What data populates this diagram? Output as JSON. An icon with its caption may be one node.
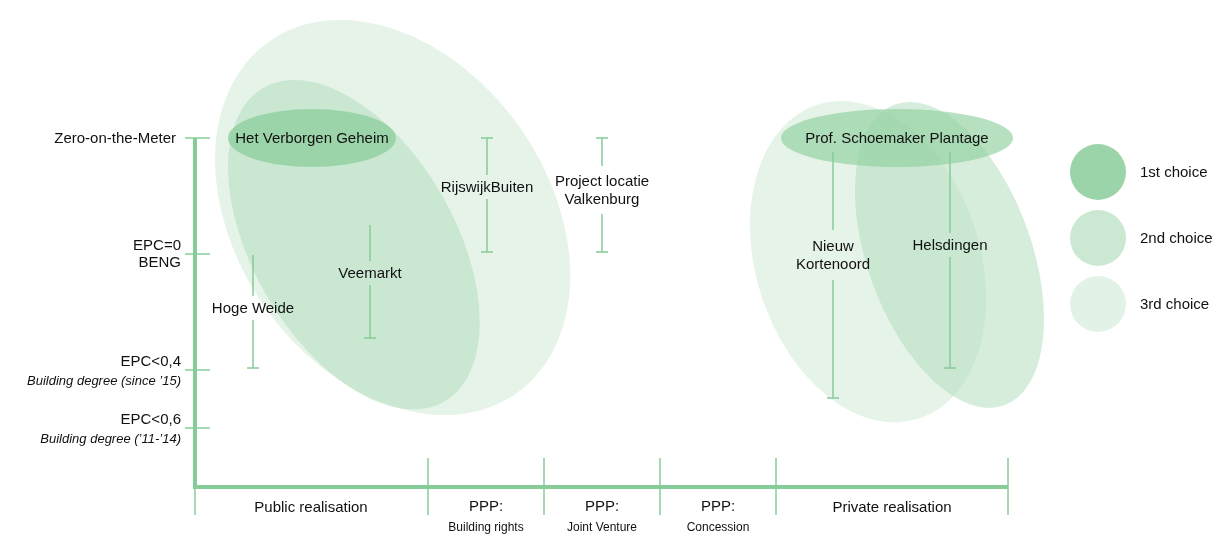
{
  "diagram": {
    "nodes": [
      {
        "text": [],
        "shape": "ellipse"
      },
      {
        "text": [],
        "shape": "ellipse",
        "in": 0
      },
      {
        "text": [
          "Het Verborgen Geheim"
        ],
        "in": 1
      },
      {
        "text": [],
        "shape": "ellipse"
      },
      {
        "text": [],
        "shape": "ellipse"
      },
      {
        "text": [
          "Prof. Schoemaker Plantage"
        ]
      }
    ],
    "labels": [
      "Zero-on-the-Meter",
      "RijswijkBuiten",
      "Project locatie Valkenburg",
      "EPC=0",
      "BENG",
      "Nieuw Kortenoord",
      "Helsdingen",
      "Veemarkt",
      "Hoge Weide",
      "EPC<0,4",
      "Building degree (since ’15)",
      "EPC<0,6",
      "Building degree (’11-’14)",
      "Public realisation",
      "PPP:",
      "Building rights",
      "PPP:",
      "Joint Venture",
      "PPP:",
      "Concession",
      "Private realisation"
    ],
    "legend": [
      {
        "text": "1st choice",
        "color": "#9bd4a8"
      },
      {
        "text": "2nd choice",
        "color": "#cbe8d2"
      },
      {
        "text": "3rd choice",
        "color": "#e3f2e6"
      }
    ]
  }
}
